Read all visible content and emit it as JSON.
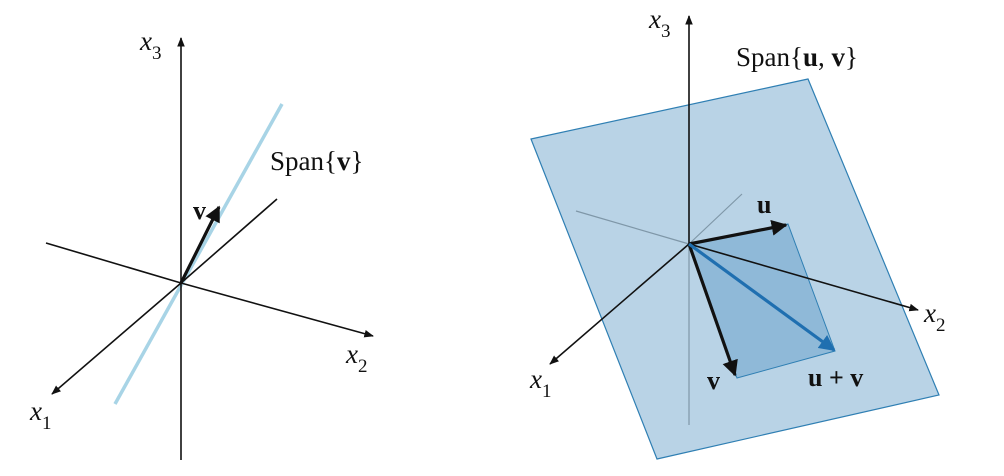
{
  "left_figure": {
    "axis_x1": {
      "var": "x",
      "sub": "1"
    },
    "axis_x2": {
      "var": "x",
      "sub": "2"
    },
    "axis_x3": {
      "var": "x",
      "sub": "3"
    },
    "span_label": {
      "prefix": "Span{",
      "vec": "v",
      "suffix": "}"
    },
    "vector_label": "v"
  },
  "right_figure": {
    "axis_x1": {
      "var": "x",
      "sub": "1"
    },
    "axis_x2": {
      "var": "x",
      "sub": "2"
    },
    "axis_x3": {
      "var": "x",
      "sub": "3"
    },
    "span_label": {
      "prefix": "Span{",
      "vec1": "u",
      "sep": ", ",
      "vec2": "v",
      "suffix": "}"
    },
    "u_label": "u",
    "v_label": "v",
    "sum_label": {
      "a": "u",
      "op": " + ",
      "b": "v"
    }
  },
  "colors": {
    "axis": "#111111",
    "span_line": "#a8d4e6",
    "plane_fill": "#b9d3e6",
    "plane_edge": "#2f7fb3",
    "parallelogram_fill": "#8fb9d8",
    "sum_vector": "#1f6fb0",
    "vector": "#111111"
  }
}
